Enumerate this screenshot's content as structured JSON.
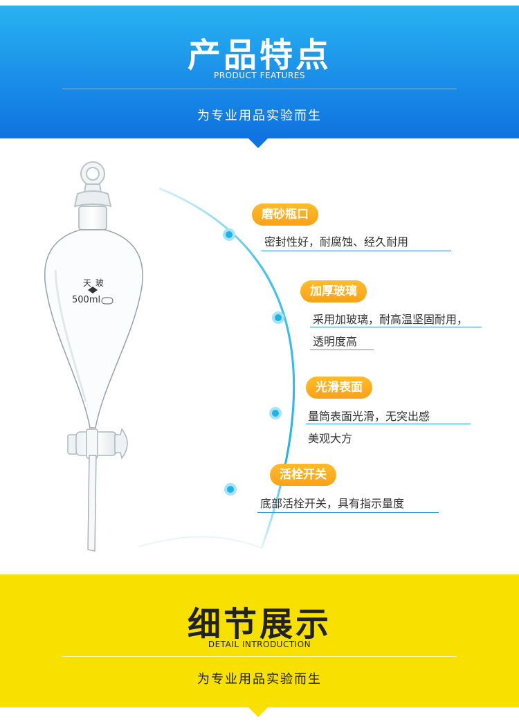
{
  "top_banner": {
    "title": "产品特点",
    "subtitle_en": "PRODUCT FEATURES",
    "slogan": "为专业用品实验而生"
  },
  "flask_label": {
    "brand": "天 玻",
    "volume": "500ml"
  },
  "features": [
    {
      "tag": "磨砂瓶口",
      "lines": [
        "密封性好，耐腐蚀、经久耐用"
      ]
    },
    {
      "tag": "加厚玻璃",
      "lines": [
        "采用加玻璃，耐高温坚固耐用，",
        "透明度高"
      ]
    },
    {
      "tag": "光滑表面",
      "lines": [
        "量筒表面光滑，无突出感",
        "美观大方"
      ]
    },
    {
      "tag": "活栓开关",
      "lines": [
        "底部活栓开关，具有指示量度"
      ]
    }
  ],
  "bottom_banner": {
    "title": "细节展示",
    "subtitle_en": "DETAIL INTRODUCTION",
    "slogan": "为专业用品实验而生"
  },
  "colors": {
    "blue_top": "#28b3f1",
    "blue_bottom": "#0f73e0",
    "tag_orange": "#f9a21a",
    "accent_line": "#2a9bd6",
    "dot": "#1fb3e6",
    "yellow": "#f8e000"
  }
}
